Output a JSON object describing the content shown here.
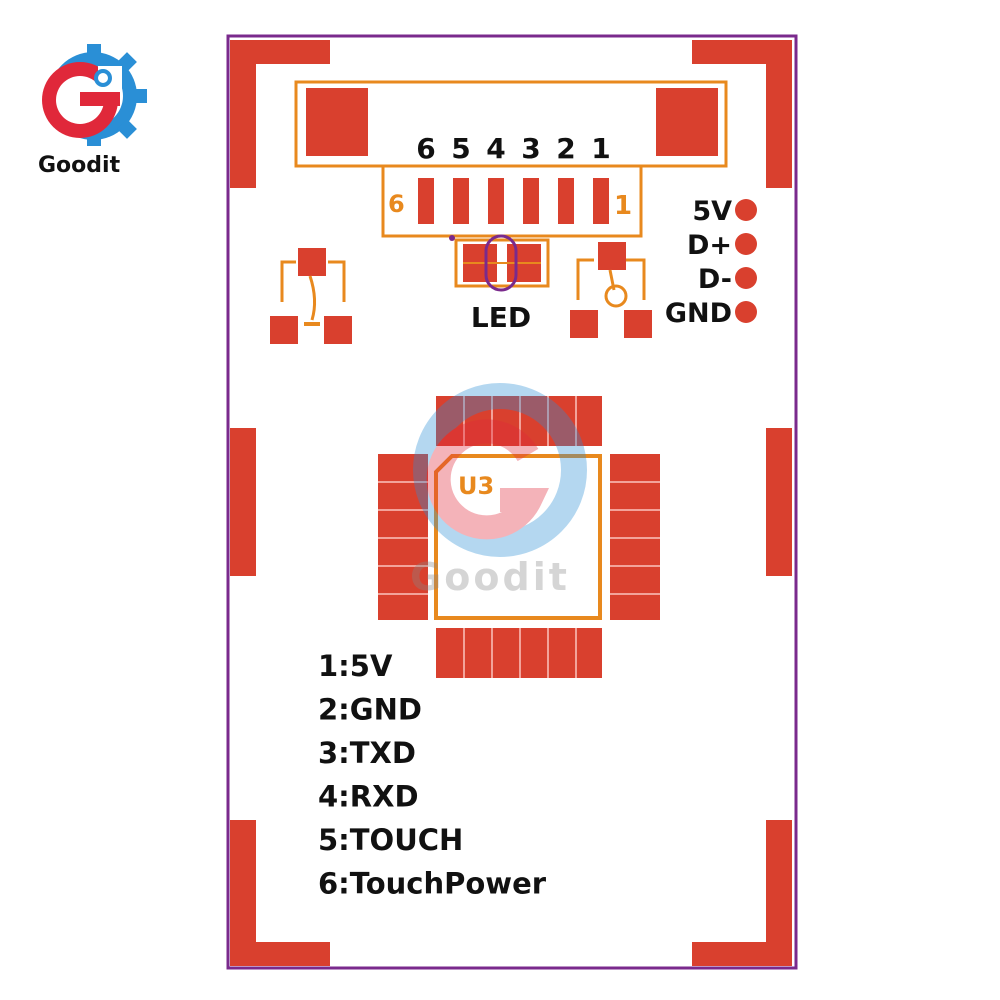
{
  "logo": {
    "text": "Goodit"
  },
  "watermark": {
    "text": "Goodit"
  },
  "connector": {
    "pin_numbers": [
      "6",
      "5",
      "4",
      "3",
      "2",
      "1"
    ],
    "silk_left": "6",
    "silk_right": "1"
  },
  "usb_pads": [
    {
      "label": "5V"
    },
    {
      "label": "D+"
    },
    {
      "label": "D-"
    },
    {
      "label": "GND"
    }
  ],
  "led": {
    "label": "LED"
  },
  "chip": {
    "label": "U3"
  },
  "pin_legend": [
    "1:5V",
    "2:GND",
    "3:TXD",
    "4:RXD",
    "5:TOUCH",
    "6:TouchPower"
  ],
  "colors": {
    "copper": "#d9402e",
    "silkscreen": "#e8891e",
    "outline": "#7a2a8c",
    "logo_red": "#e0283a",
    "logo_blue": "#2a8fd6"
  }
}
